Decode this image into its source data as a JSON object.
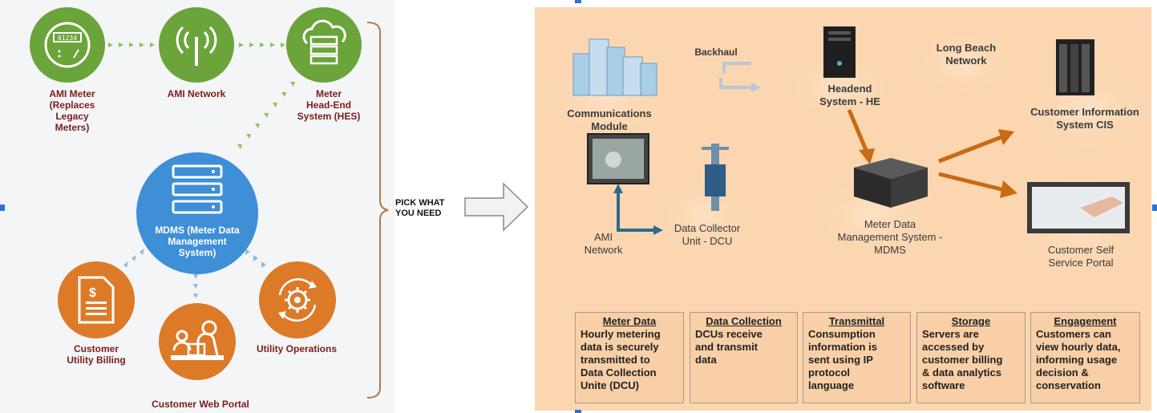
{
  "left": {
    "ami_meter": {
      "label": [
        "AMI Meter",
        "(Replaces Legacy",
        "Meters)"
      ],
      "display": "01234"
    },
    "ami_network": {
      "label": "AMI Network"
    },
    "hes": {
      "label": [
        "Meter",
        "Head-End",
        "System (HES)"
      ]
    },
    "mdms": {
      "label": [
        "MDMS (Meter Data",
        "Management",
        "System)"
      ]
    },
    "billing": {
      "label": [
        "Customer",
        "Utility Billing"
      ]
    },
    "web_portal": {
      "label": "Customer Web Portal"
    },
    "operations": {
      "label": "Utility Operations"
    }
  },
  "pick": {
    "line1": "PICK WHAT",
    "line2": "YOU NEED"
  },
  "right": {
    "backhaul": "Backhaul",
    "long_beach": [
      "Long Beach",
      "Network"
    ],
    "comms": [
      "Communications",
      "Module"
    ],
    "headend": [
      "Headend",
      "System - HE"
    ],
    "cis": [
      "Customer Information",
      "System CIS"
    ],
    "ami_network": [
      "AMI",
      "Network"
    ],
    "dcu": [
      "Data Collector",
      "Unit - DCU"
    ],
    "mdms": [
      "Meter Data",
      "Management System -",
      "MDMS"
    ],
    "portal": [
      "Customer Self",
      "Service Portal"
    ],
    "boxes": [
      {
        "title": "Meter Data",
        "body": [
          "Hourly metering",
          "data is securely",
          "transmitted to",
          "Data Collection",
          "Unite (DCU)"
        ]
      },
      {
        "title": "Data Collection",
        "body": [
          "DCUs receive",
          "and transmit",
          "data"
        ]
      },
      {
        "title": "Transmittal",
        "body": [
          "Consumption",
          "information is",
          "sent using IP",
          "protocol",
          "language"
        ]
      },
      {
        "title": "Storage",
        "body": [
          "Servers are",
          "accessed by",
          "customer billing",
          "& data analytics",
          "software"
        ]
      },
      {
        "title": "Engagement",
        "body": [
          "Customers can",
          "view hourly data,",
          "informing usage",
          "decision &",
          "conservation"
        ]
      }
    ]
  },
  "colors": {
    "green": "#6aa43a",
    "orange": "#dd7a28",
    "blue": "#3f8fd6",
    "label": "#7a1d1d",
    "panel": "#fbd6b0",
    "arrow": "#c96a14"
  }
}
